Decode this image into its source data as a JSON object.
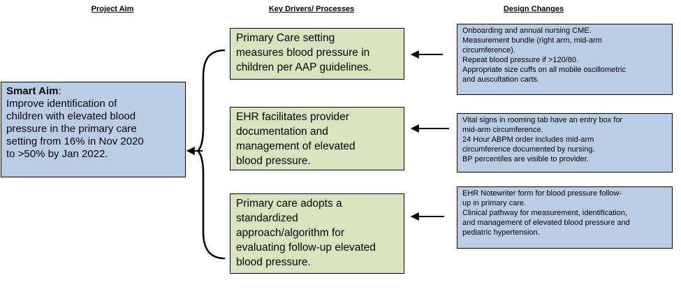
{
  "headers": {
    "aim": "Project Aim",
    "drivers": "Key Drivers/ Processes",
    "changes": "Design Changes"
  },
  "aim": {
    "title": "Smart Aim",
    "colon": ":",
    "lines": [
      "Improve identification of",
      "children with elevated blood",
      "pressure in the primary care",
      "setting from 16% in Nov 2020",
      "to >50% by Jan 2022."
    ]
  },
  "drivers": [
    {
      "lines": [
        "Primary Care setting",
        "measures blood pressure in",
        "children per AAP guidelines."
      ]
    },
    {
      "lines": [
        "EHR facilitates provider",
        "documentation and",
        "management of elevated",
        "blood pressure."
      ]
    },
    {
      "lines": [
        "Primary care adopts a",
        "standardized",
        "approach/algorithm for",
        "evaluating follow-up elevated",
        "blood pressure."
      ]
    }
  ],
  "changes": [
    {
      "lines": [
        "Onboarding and annual nursing CME.",
        "Measurement bundle (right arm, mid-arm",
        "circumference).",
        "Repeat blood pressure if >120/80.",
        "Appropriate size cuffs on all mobile oscillometric",
        "and auscultation carts."
      ]
    },
    {
      "lines": [
        "Vital signs in rooming tab have an entry box for",
        "mid-arm circumference.",
        "24 Hour ABPM order includes mid-arm",
        "circumference documented by nursing.",
        "BP percentiles are visible to provider."
      ]
    },
    {
      "lines": [
        "EHR Notewriter form for blood pressure follow-",
        "up in primary care.",
        "Clinical pathway for measurement, identification,",
        "and management of elevated blood pressure and",
        "pediatric hypertension."
      ]
    }
  ],
  "colors": {
    "aim_fill": "#b9cde5",
    "driver_fill": "#d7e4bd",
    "change_fill": "#b9cde5",
    "stroke": "#000000"
  }
}
